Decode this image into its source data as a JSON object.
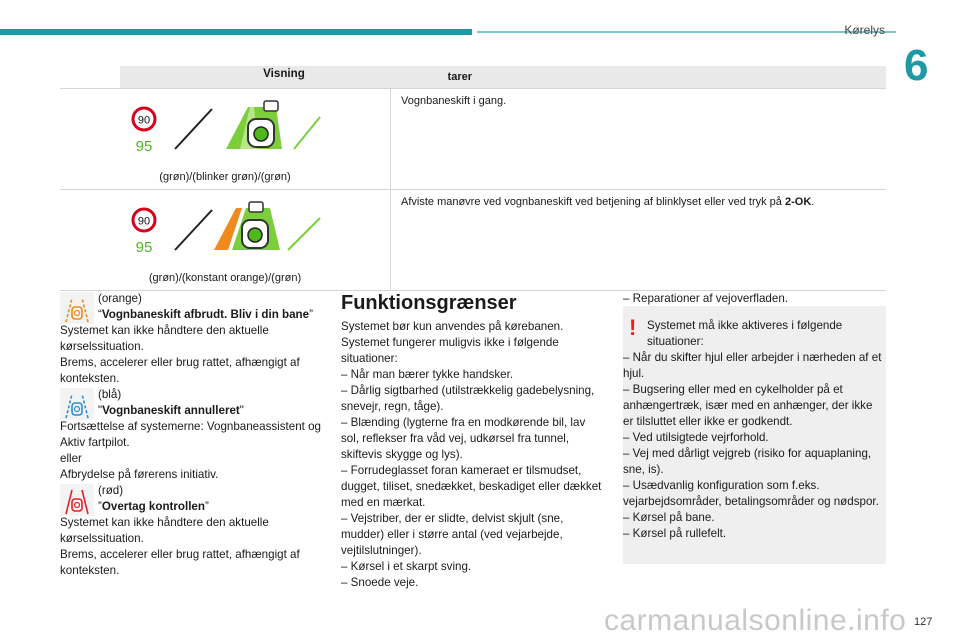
{
  "header": {
    "section_title": "Kørelys",
    "chapter_number": "6",
    "page_number": "127",
    "watermark": "carmanualsonline.info"
  },
  "table": {
    "headers": [
      "Visning",
      "Kommentarer"
    ],
    "rows": [
      {
        "sign_top": "90",
        "sign_bottom": "95",
        "caption": "(grøn)/(blinker grøn)/(grøn)",
        "comment": "Vognbaneskift i gang.",
        "comment_bold": "",
        "comment_end": ""
      },
      {
        "sign_top": "90",
        "sign_bottom": "95",
        "caption": "(grøn)/(konstant orange)/(grøn)",
        "comment": "Afviste manøvre ved vognbaneskift ved betjening af blinklyset eller ved tryk på ",
        "comment_bold": "2-OK",
        "comment_end": "."
      }
    ]
  },
  "alerts": [
    {
      "color_label": "(orange)",
      "q_open": "“",
      "title": "Vognbaneskift afbrudt. Bliv i din bane",
      "q_close": "”",
      "lines": [
        "Systemet kan ikke håndtere den aktuelle kørselssituation.",
        "Brems, accelerer eller brug rattet, afhængigt af konteksten."
      ],
      "icon_color": "#f08a1c"
    },
    {
      "color_label": "(blå)",
      "q_open": "\"",
      "title": "Vognbaneskift annulleret",
      "q_close": "\"",
      "lines": [
        "Fortsættelse af systemerne: Vognbaneassistent og Aktiv fartpilot.",
        "eller",
        "Afbrydelse på førerens initiativ."
      ],
      "icon_color": "#2a8fd6"
    },
    {
      "color_label": "(rød)",
      "q_open": "”",
      "title": "Overtag kontrollen",
      "q_close": "”",
      "lines": [
        "Systemet kan ikke håndtere den aktuelle kørselssituation.",
        "Brems, accelerer eller brug rattet, afhængigt af konteksten."
      ],
      "icon_color": "#e02424"
    }
  ],
  "funktion": {
    "heading": "Funktionsgrænser",
    "intro": [
      "Systemet bør kun anvendes på kørebanen.",
      "Systemet fungerer muligvis ikke i følgende situationer:"
    ],
    "items": [
      "– Når man bærer tykke handsker.",
      "– Dårlig sigtbarhed (utilstrækkelig gadebelysning, snevejr, regn, tåge).",
      "– Blænding (lygterne fra en modkørende bil, lav sol, reflekser fra våd vej, udkørsel fra tunnel, skiftevis skygge og lys).",
      "– Forrudeglasset foran kameraet er tilsmudset, dugget, tiliset, snedækket, beskadiget eller dækket med en mærkat.",
      "– Vejstriber, der er slidte, delvist skjult (sne, mudder) eller i større antal (ved vejarbejde, vejtilslutninger).",
      "– Kørsel i et skarpt sving.",
      "– Snoede veje."
    ]
  },
  "col3": {
    "top_item": "– Reparationer af vejoverfladen.",
    "warning_icon": "!",
    "warning_title": "Systemet må ikke aktiveres i følgende situationer:",
    "warning_items": [
      "– Når du skifter hjul eller arbejder i nærheden af et hjul.",
      "– Bugsering eller med en cykelholder på et anhængertræk, især med en anhænger, der ikke er tilsluttet eller ikke er godkendt.",
      "– Ved utilsigtede vejrforhold.",
      "– Vej med dårligt vejgreb (risiko for aquaplaning, sne, is).",
      "– Usædvanlig konfiguration som f.eks. vejarbejdsområder, betalingsområder og nødspor.",
      "– Kørsel på bane.",
      "– Kørsel på rullefelt."
    ]
  },
  "colors": {
    "accent": "#1d9aa6",
    "green": "#4fb81c",
    "speed_red": "#d6001c",
    "orange": "#f08a1c",
    "warning_red": "#e02424"
  }
}
